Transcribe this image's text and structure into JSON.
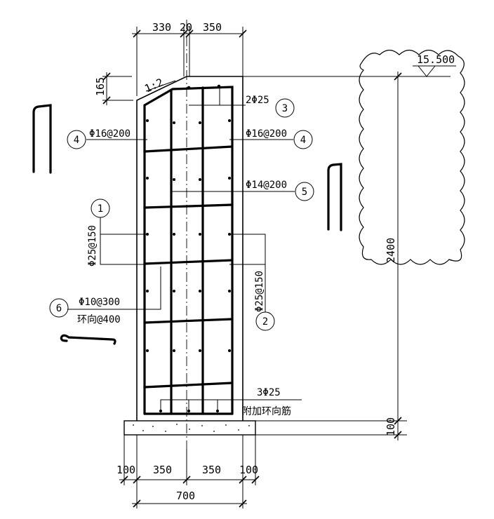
{
  "dims": {
    "top_left": "330",
    "top_mid": "20",
    "top_right": "350",
    "height_top": "165",
    "slope": "1:2",
    "bottom_left_edge": "100",
    "bottom_left": "350",
    "bottom_right": "350",
    "bottom_right_edge": "100",
    "total_width": "700",
    "height_wall": "2400",
    "height_base": "100",
    "elevation": "15.500"
  },
  "labels": {
    "top_bars": "2Φ25",
    "hoop_left": "Φ16@200",
    "hoop_right": "Φ16@200",
    "center_bars": "Φ14@200",
    "vert_left": "Φ25@150",
    "vert_right": "Φ25@150",
    "tie_spec": "Φ10@300",
    "tie_ring": "环向@400",
    "bottom_bars": "3Φ25",
    "bottom_note": "附加环向筋"
  },
  "marks": {
    "m1": "1",
    "m2": "2",
    "m3": "3",
    "m4_left": "4",
    "m4_right": "4",
    "m5": "5",
    "m6": "6"
  }
}
